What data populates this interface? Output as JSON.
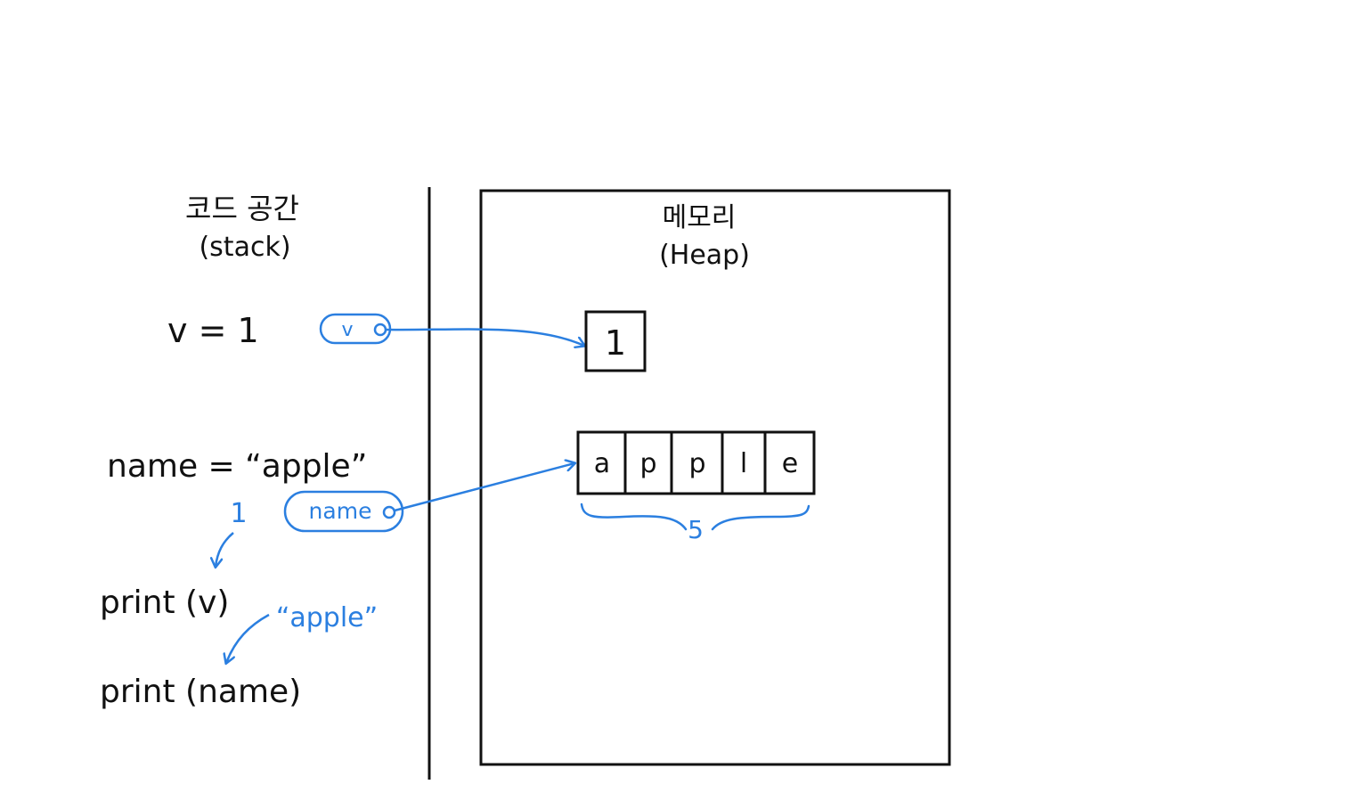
{
  "stack_panel": {
    "title": "코드 공간",
    "subtitle": "(stack)"
  },
  "heap_panel": {
    "title": "메모리",
    "subtitle": "(Heap)"
  },
  "code": {
    "line_v": "v = 1",
    "line_name": "name = “apple”",
    "line_print_v": "print (v)",
    "line_print_name": "print (name)"
  },
  "refs": {
    "v_label": "v",
    "name_label": "name"
  },
  "heap_objects": {
    "int_value": "1",
    "string_chars": [
      "a",
      "p",
      "p",
      "l",
      "e"
    ],
    "string_length": "5"
  },
  "annotations": {
    "print_v_result": "1",
    "print_name_result": "“apple”"
  },
  "colors": {
    "ink": "#111111",
    "accent": "#2B7FE0"
  }
}
